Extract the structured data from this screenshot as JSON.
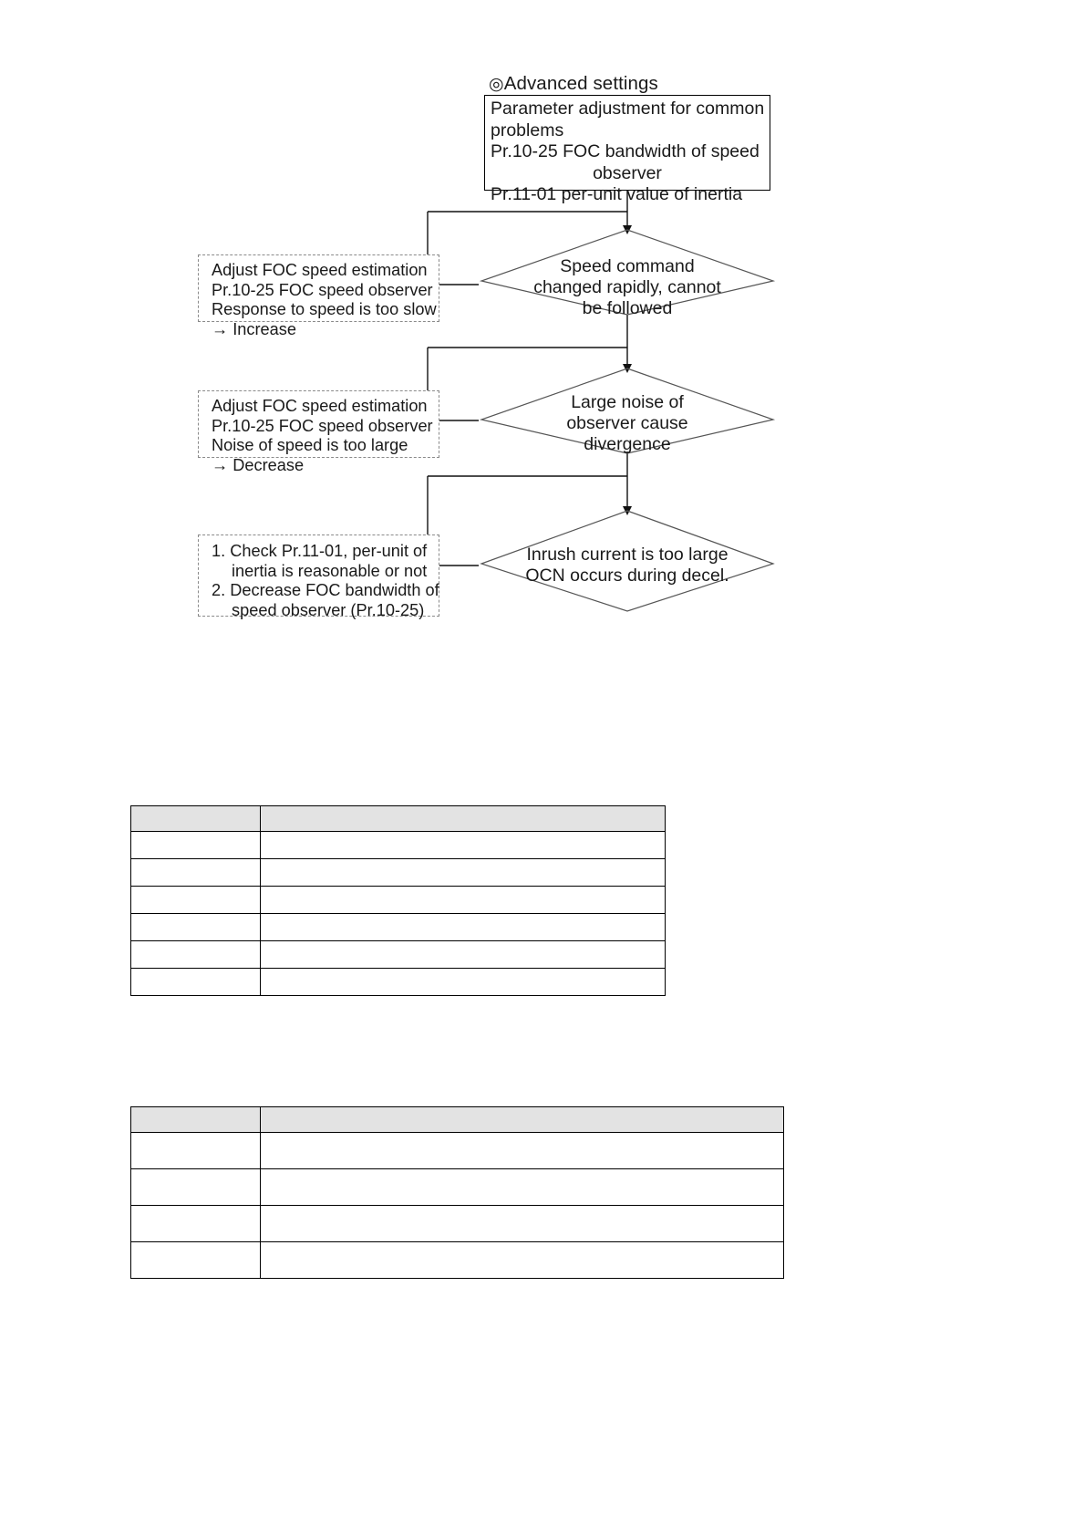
{
  "flowchart": {
    "advanced_heading": {
      "bullet": "◎",
      "text": "Advanced settings"
    },
    "top_box": {
      "line1": "Parameter adjustment for common",
      "line2": "problems",
      "line3": "Pr.10-25 FOC bandwidth of speed",
      "line4": "observer",
      "line5": "Pr.11-01 per-unit value of inertia"
    },
    "action_boxes": [
      {
        "id": "adjust-speed-estimation-increase",
        "line1": "Adjust FOC speed estimation",
        "line2": "Pr.10-25 FOC speed observer",
        "line3": "Response to speed is too slow",
        "line4": "→ Increase"
      },
      {
        "id": "adjust-speed-estimation-decrease",
        "line1": "Adjust FOC speed estimation",
        "line2": "Pr.10-25 FOC speed observer",
        "line3": "Noise of speed is too large",
        "line4": "→ Decrease"
      },
      {
        "id": "check-inertia-decrease-bandwidth",
        "line1": "1. Check Pr.11-01, per-unit of",
        "line2": "inertia is reasonable or not",
        "line3": "2. Decrease FOC bandwidth of",
        "line4": "speed observer (Pr.10-25)"
      }
    ],
    "decisions": [
      {
        "id": "speed-command-changed-rapidly",
        "line1": "Speed command",
        "line2": "changed rapidly, cannot",
        "line3": "be followed"
      },
      {
        "id": "large-noise-of-observer",
        "line1": "Large noise of",
        "line2": "observer cause",
        "line3": "divergence"
      },
      {
        "id": "inrush-current-too-large",
        "line1": "Inrush current is too large",
        "line2": "OCN occurs during decel.",
        "line3": ""
      }
    ]
  },
  "tables": [
    {
      "id": "table-upper",
      "header": [
        "",
        ""
      ],
      "rows": [
        [
          "",
          ""
        ],
        [
          "",
          ""
        ],
        [
          "",
          ""
        ],
        [
          "",
          ""
        ],
        [
          "",
          ""
        ],
        [
          "",
          ""
        ]
      ]
    },
    {
      "id": "table-lower",
      "header": [
        "",
        ""
      ],
      "rows": [
        [
          "",
          ""
        ],
        [
          "",
          ""
        ],
        [
          "",
          ""
        ],
        [
          "",
          ""
        ]
      ]
    }
  ],
  "colors": {
    "line": "#000000",
    "dashed": "#8a8a8a",
    "header_fill": "#e3e3e3",
    "page_bg": "#ffffff"
  }
}
